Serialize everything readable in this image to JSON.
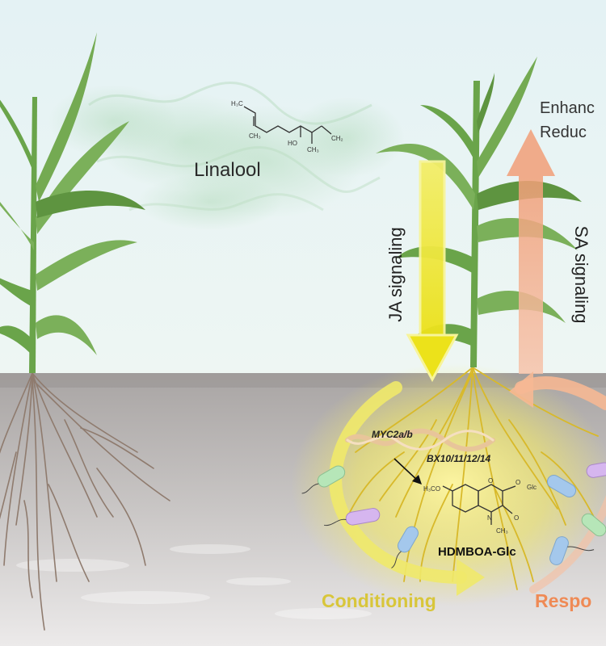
{
  "labels": {
    "linalool": "Linalool",
    "ja_signaling": "JA signaling",
    "sa_signaling": "SA signaling",
    "enhanced": "Enhanc",
    "reduced": "Reduc",
    "myc2": "MYC2a/b",
    "bx": "BX10/11/12/14",
    "hdmboa": "HDMBOA-Glc",
    "conditioning": "Conditioning",
    "response": "Respo"
  },
  "molecule_labels": {
    "h3c_a": "H₃C",
    "ch3_a": "CH₃",
    "ho": "HO",
    "ch3_b": "CH₃",
    "ch2": "CH₂",
    "h3co": "H₃CO",
    "o1": "O",
    "o2": "O",
    "glc": "Glc",
    "n": "N",
    "o3": "O",
    "ch3_c": "CH₃"
  },
  "colors": {
    "sky_top": "#e3f1f3",
    "sky_bottom": "#f2f8f5",
    "soil": "#b9b4b2",
    "soil_light": "#d6d3d2",
    "leaf": "#7bb05a",
    "leaf_dark": "#5e9440",
    "root_brown": "#8f7b6e",
    "root_yellow": "#d8c02a",
    "ja_yellow": "#f2e820",
    "sa_orange": "#f3a583",
    "conditioning": "#d8c63a",
    "response": "#ef8a55"
  }
}
